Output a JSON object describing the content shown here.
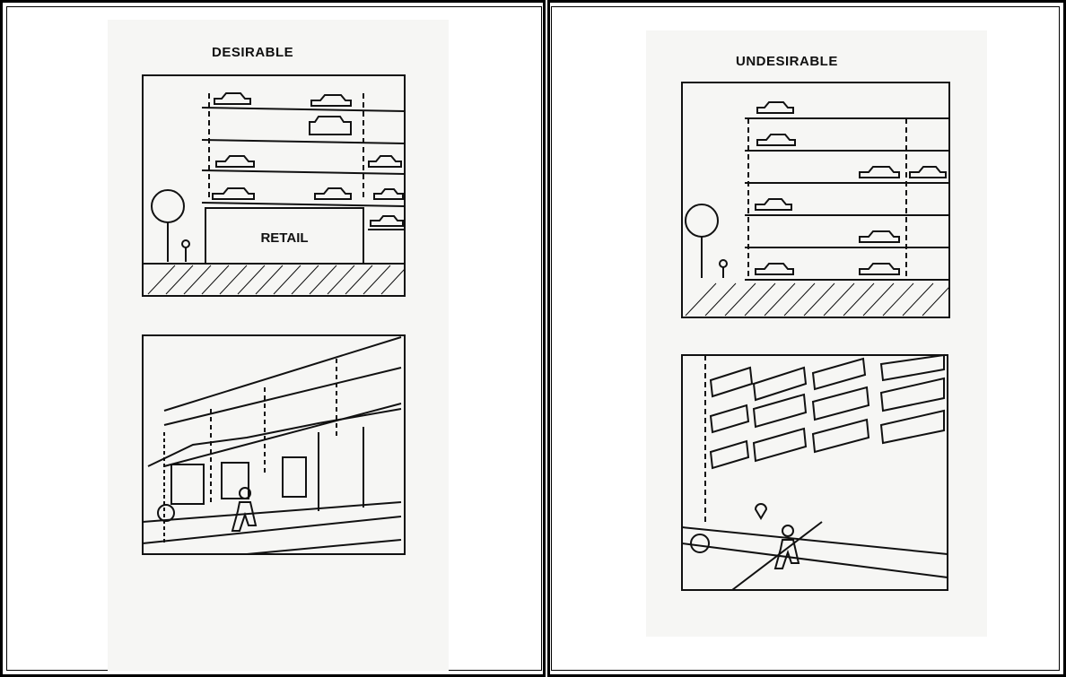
{
  "panels": {
    "left": {
      "caption": "DESIRABLE",
      "building_label": "RETAIL"
    },
    "right": {
      "caption": "UNDESIRABLE"
    }
  },
  "colors": {
    "ink": "#111111",
    "paper": "#f6f6f4",
    "frame": "#000000"
  }
}
